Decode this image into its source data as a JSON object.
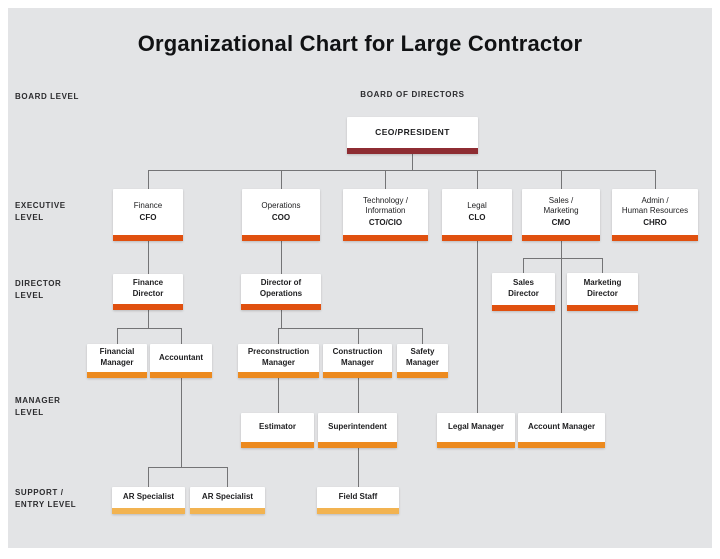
{
  "title": "Organizational Chart for Large Contractor",
  "board_label": "BOARD OF DIRECTORS",
  "level_labels": {
    "board": "BOARD LEVEL",
    "executive": "EXECUTIVE\nLEVEL",
    "director": "DIRECTOR\nLEVEL",
    "manager": "MANAGER\nLEVEL",
    "support": "SUPPORT /\nENTRY LEVEL"
  },
  "colors": {
    "background": "#e3e4e6",
    "connector": "#747476",
    "board_bar": "#8e2c32",
    "executive_bar": "#e0500f",
    "director_bar": "#e0500f",
    "manager_bar": "#ec8a1f",
    "support_bar": "#f2b351"
  },
  "nodes": {
    "ceo": {
      "label": "CEO/PRESIDENT"
    },
    "finance_cfo": {
      "dept": "Finance",
      "role": "CFO"
    },
    "operations_coo": {
      "dept": "Operations",
      "role": "COO"
    },
    "technology_cto_cio": {
      "dept": "Technology /\nInformation",
      "role": "CTO/CIO"
    },
    "legal_clo": {
      "dept": "Legal",
      "role": "CLO"
    },
    "sales_marketing_cmo": {
      "dept": "Sales /\nMarketing",
      "role": "CMO"
    },
    "admin_hr_chro": {
      "dept": "Admin /\nHuman Resources",
      "role": "CHRO"
    },
    "finance_director": {
      "label": "Finance\nDirector"
    },
    "director_of_operations": {
      "label": "Director of\nOperations"
    },
    "sales_director": {
      "label": "Sales\nDirector"
    },
    "marketing_director": {
      "label": "Marketing\nDirector"
    },
    "financial_manager": {
      "label": "Financial\nManager"
    },
    "accountant": {
      "label": "Accountant"
    },
    "preconstruction_manager": {
      "label": "Preconstruction\nManager"
    },
    "construction_manager": {
      "label": "Construction\nManager"
    },
    "safety_manager": {
      "label": "Safety\nManager"
    },
    "estimator": {
      "label": "Estimator"
    },
    "superintendent": {
      "label": "Superintendent"
    },
    "legal_manager": {
      "label": "Legal Manager"
    },
    "account_manager": {
      "label": "Account Manager"
    },
    "ar_specialist_1": {
      "label": "AR Specialist"
    },
    "ar_specialist_2": {
      "label": "AR Specialist"
    },
    "field_staff": {
      "label": "Field Staff"
    }
  }
}
